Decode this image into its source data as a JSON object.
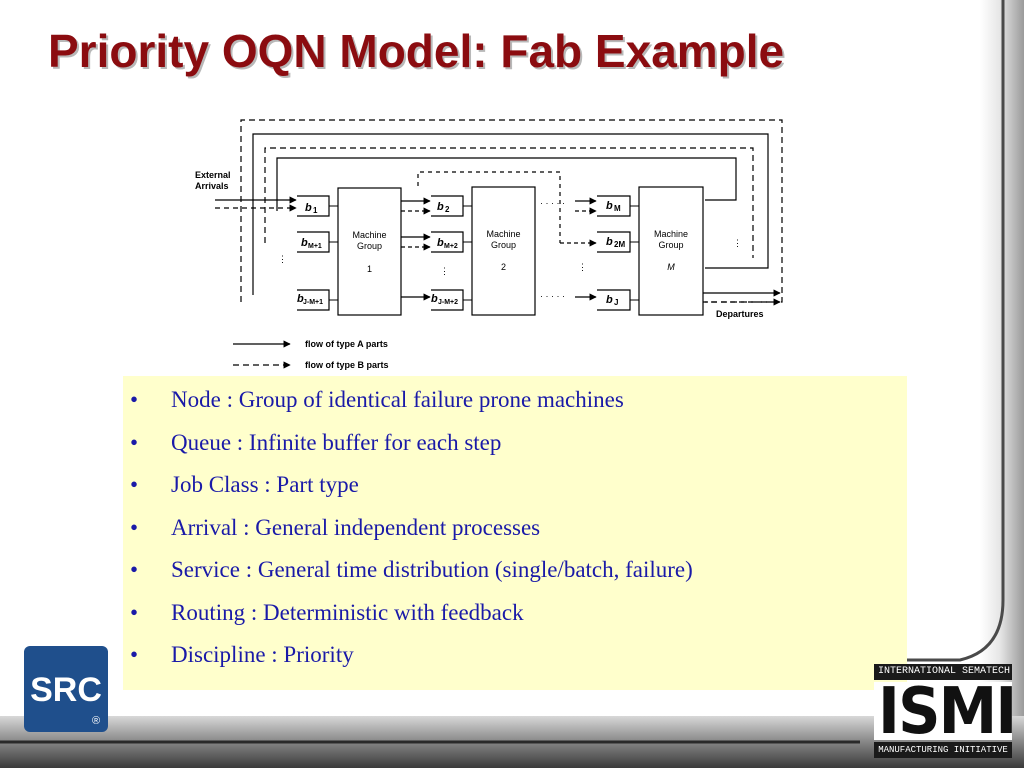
{
  "slide": {
    "title": "Priority OQN Model: Fab Example"
  },
  "diagram": {
    "external_arrivals": [
      "External",
      "Arrivals"
    ],
    "departures": "Departures",
    "machine_groups": [
      {
        "line1": "Machine",
        "line2": "Group",
        "index": "1"
      },
      {
        "line1": "Machine",
        "line2": "Group",
        "index": "2"
      },
      {
        "line1": "Machine",
        "line2": "Group",
        "index": "M"
      }
    ],
    "buffers": [
      {
        "base": "b",
        "sub": "1"
      },
      {
        "base": "b",
        "sub": "M+1"
      },
      {
        "base": "b",
        "sub": "J-M+1"
      },
      {
        "base": "b",
        "sub": "2"
      },
      {
        "base": "b",
        "sub": "M+2"
      },
      {
        "base": "b",
        "sub": "J-M+2"
      },
      {
        "base": "b",
        "sub": "M"
      },
      {
        "base": "b",
        "sub": "2M"
      },
      {
        "base": "b",
        "sub": "J"
      }
    ],
    "legend": [
      {
        "style": "solid",
        "label": "flow of type A parts"
      },
      {
        "style": "dashed",
        "label": "flow of type B parts"
      }
    ]
  },
  "bullets": [
    {
      "marker": "•",
      "text": "Node : Group of identical failure prone machines"
    },
    {
      "marker": "•",
      "text": "Queue : Infinite  buffer for each step"
    },
    {
      "marker": "•",
      "text": "Job Class : Part type"
    },
    {
      "marker": "•",
      "text": "Arrival : General independent processes"
    },
    {
      "marker": "•",
      "text": "Service : General time distribution (single/batch, failure)"
    },
    {
      "marker": "•",
      "text": "Routing : Deterministic with feedback"
    },
    {
      "marker": "•",
      "text": "Discipline : Priority"
    }
  ],
  "logos": {
    "src": {
      "text": "SRC",
      "mark": "®"
    },
    "ismi": {
      "top": "INTERNATIONAL SEMATECH",
      "name": "ISMI",
      "bottom": "MANUFACTURING INITIATIVE"
    }
  },
  "colors": {
    "title": "#8b0c10",
    "bullet_text": "#1a1aa8",
    "bullet_box": "#ffffcc",
    "src_logo": "#1f4f8c"
  }
}
